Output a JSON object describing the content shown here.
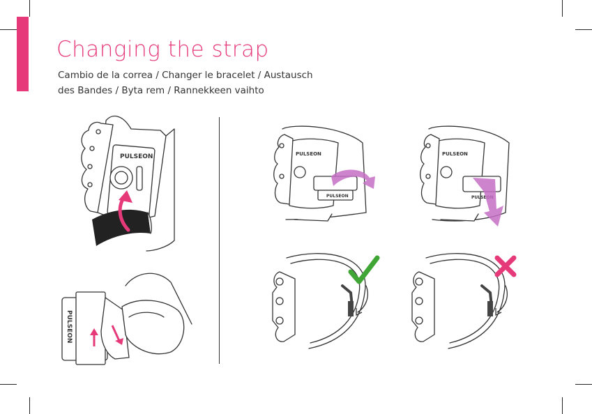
{
  "header": {
    "title": "Changing the strap",
    "subtitle_line1": "Cambio de la correa / Changer le bracelet / Austausch",
    "subtitle_line2": "des Bandes / Byta rem / Rannekkeen vaihto"
  },
  "illustrations": {
    "brand_label": "PULSEON",
    "brand_label_vertical": "PULSEON"
  },
  "colors": {
    "accent": "#e6397a",
    "correct": "#3fa535",
    "wrong": "#e6397a",
    "direction_arrow": "#c46fc4"
  }
}
